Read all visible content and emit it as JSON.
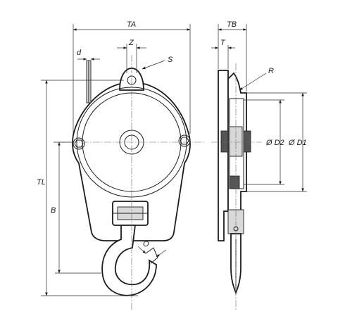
{
  "labels": {
    "ta": "TA",
    "tb": "TB",
    "z": "Z",
    "t": "T",
    "d": "d",
    "s": "S",
    "r": "R",
    "tl": "TL",
    "b": "B",
    "o": "O",
    "d2": "Ø D2",
    "d1": "Ø D1"
  }
}
